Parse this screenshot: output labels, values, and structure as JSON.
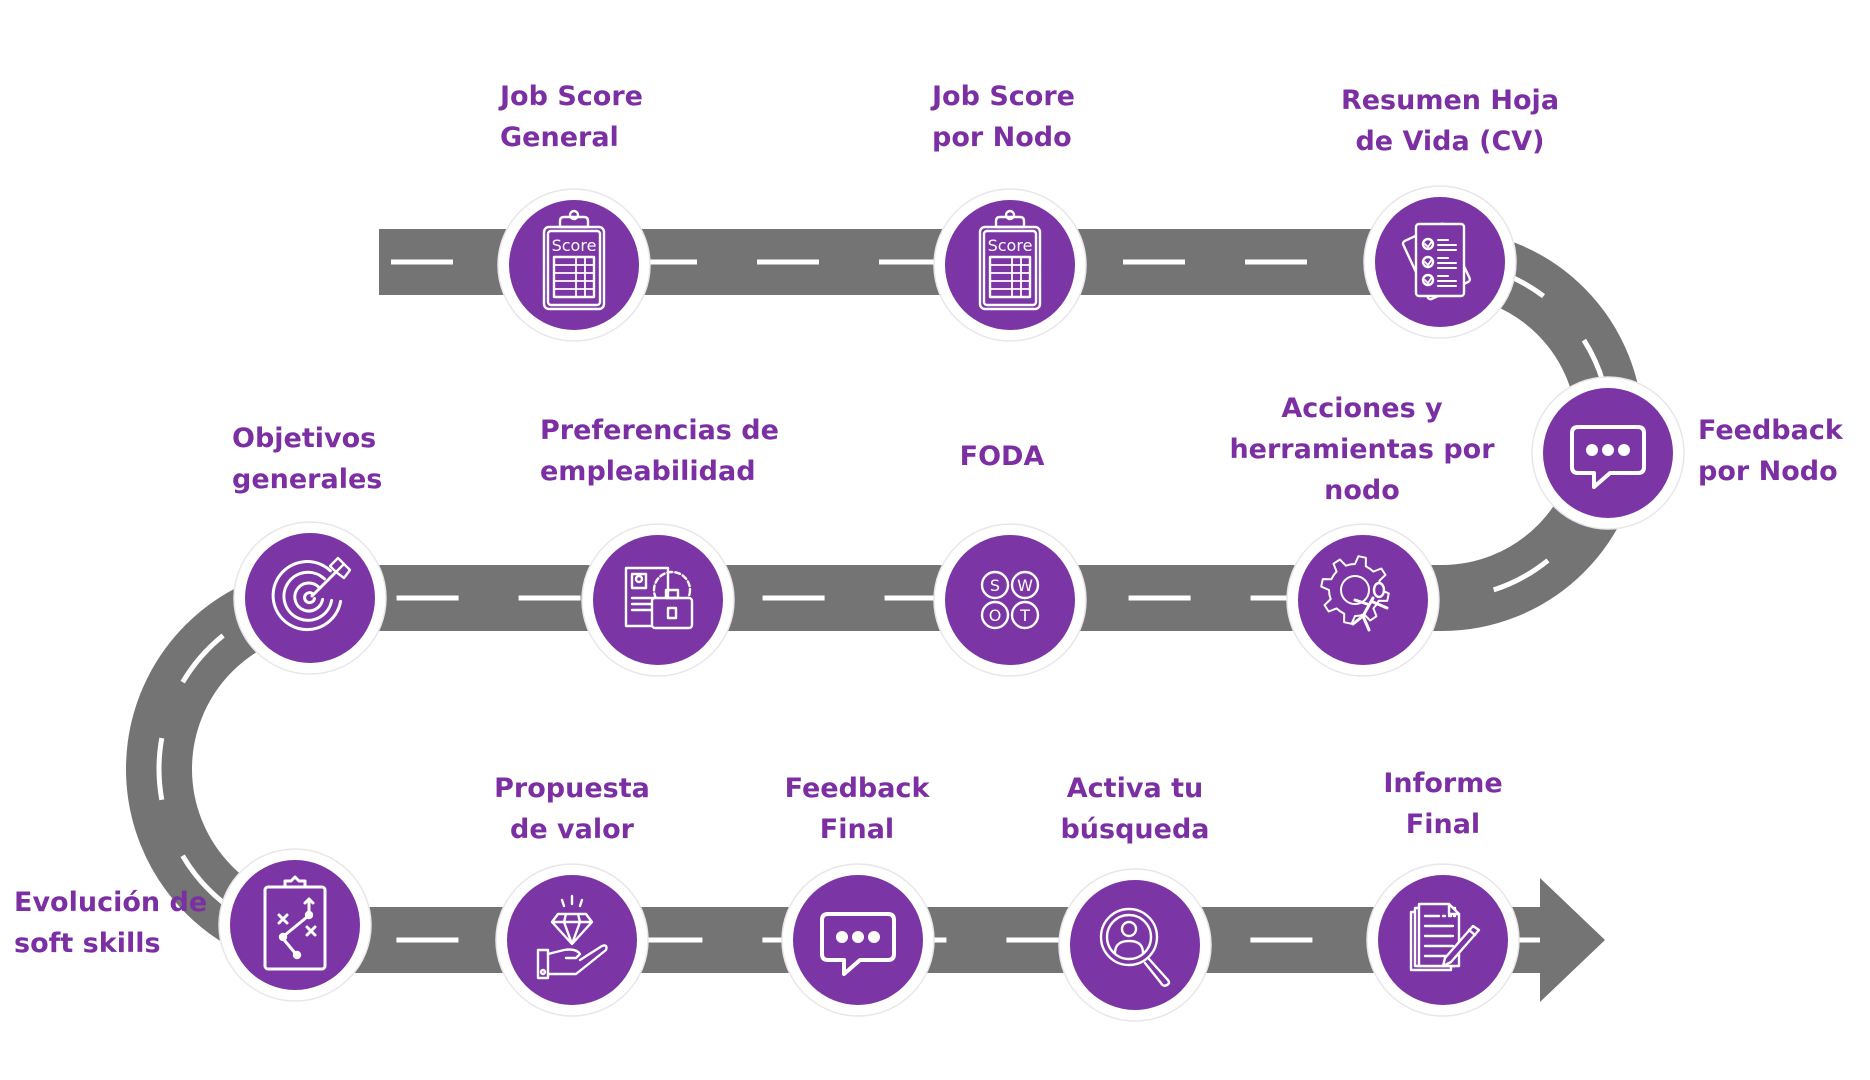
{
  "colors": {
    "accent": "#7b35a5",
    "label": "#7b2fa3",
    "road": "#747474",
    "lane_marking": "#ffffff",
    "ring": "#ffffff"
  },
  "steps": [
    {
      "id": "job-score-general",
      "lines": [
        "Job Score",
        "General"
      ],
      "icon": "score-clipboard-icon",
      "icon_text": "Score"
    },
    {
      "id": "job-score-por-nodo",
      "lines": [
        "Job Score",
        "por Nodo"
      ],
      "icon": "score-clipboard-icon",
      "icon_text": "Score"
    },
    {
      "id": "resumen-cv",
      "lines": [
        "Resumen Hoja",
        "de Vida (CV)"
      ],
      "icon": "checklist-document-icon"
    },
    {
      "id": "feedback-por-nodo",
      "lines": [
        "Feedback",
        "por Nodo"
      ],
      "icon": "chat-bubble-icon"
    },
    {
      "id": "acciones-herramientas",
      "lines": [
        "Acciones y",
        "herramientas por",
        "nodo"
      ],
      "icon": "gear-runner-icon"
    },
    {
      "id": "foda",
      "lines": [
        "FODA"
      ],
      "icon": "swot-icon",
      "swot_letters": [
        "S",
        "W",
        "O",
        "T"
      ]
    },
    {
      "id": "preferencias-empleabilidad",
      "lines": [
        "Preferencias de",
        "empleabilidad"
      ],
      "icon": "resume-briefcase-icon"
    },
    {
      "id": "objetivos-generales",
      "lines": [
        "Objetivos",
        "generales"
      ],
      "icon": "target-arrow-icon"
    },
    {
      "id": "evolucion-soft-skills",
      "lines": [
        "Evolución de",
        "soft skills"
      ],
      "icon": "strategy-clipboard-icon"
    },
    {
      "id": "propuesta-valor",
      "lines": [
        "Propuesta",
        "de valor"
      ],
      "icon": "diamond-hand-icon"
    },
    {
      "id": "feedback-final",
      "lines": [
        "Feedback",
        "Final"
      ],
      "icon": "chat-bubble-icon"
    },
    {
      "id": "activa-busqueda",
      "lines": [
        "Activa tu",
        "búsqueda"
      ],
      "icon": "person-search-icon"
    },
    {
      "id": "informe-final",
      "lines": [
        "Informe",
        "Final"
      ],
      "icon": "report-pen-icon"
    }
  ]
}
